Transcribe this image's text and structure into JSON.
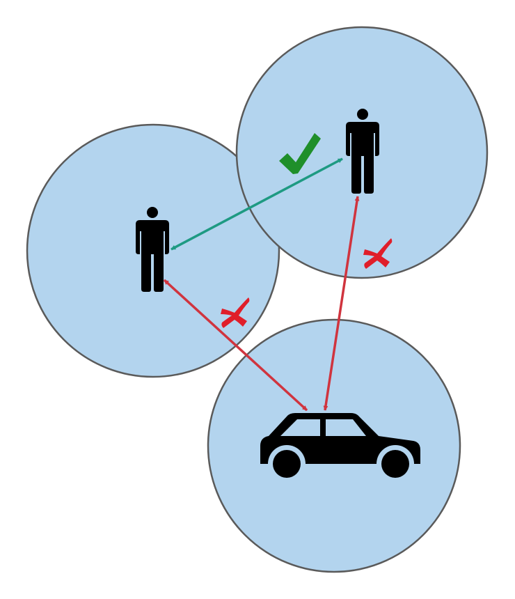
{
  "colors": {
    "background": "#ffffff",
    "range_fill": "#b3d4ee",
    "range_stroke": "#5a5a5a",
    "ok_link": "#1e9a82",
    "fail_link": "#d0343e",
    "check_mark": "#1f8f2a",
    "cross_mark": "#e01e2a",
    "icon": "#000000"
  },
  "nodes": [
    {
      "id": "person-left",
      "kind": "person",
      "icon": "person-icon"
    },
    {
      "id": "person-right",
      "kind": "person",
      "icon": "person-icon"
    },
    {
      "id": "car",
      "kind": "vehicle",
      "icon": "car-icon"
    }
  ],
  "links": [
    {
      "from": "person-left",
      "to": "person-right",
      "status": "ok",
      "marker": "check-mark-icon"
    },
    {
      "from": "person-left",
      "to": "car",
      "status": "fail",
      "marker": "cross-mark-icon"
    },
    {
      "from": "person-right",
      "to": "car",
      "status": "fail",
      "marker": "cross-mark-icon"
    }
  ]
}
